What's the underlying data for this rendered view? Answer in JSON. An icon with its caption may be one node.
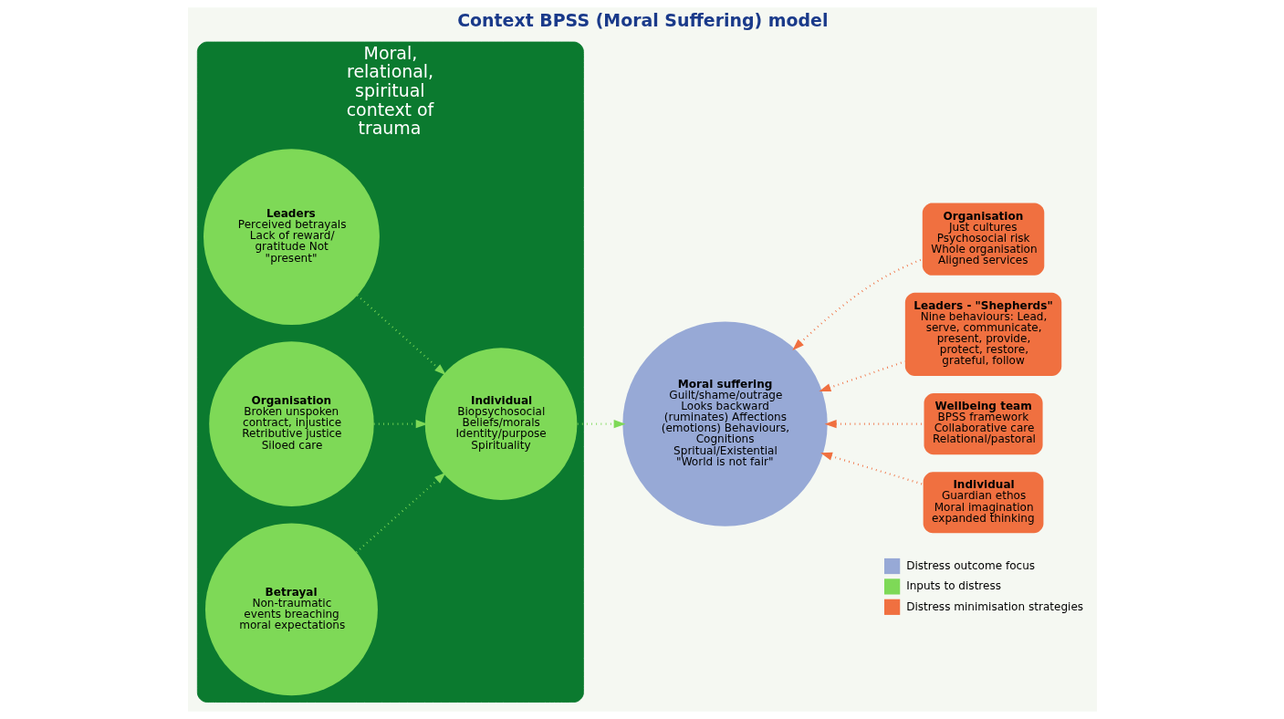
{
  "diagram": {
    "title": "Context BPSS (Moral Suffering) model",
    "nodes": [
      {
        "text": [
          "Moral, relational, spiritual context of trauma"
        ]
      },
      {
        "text": [
          "Individual",
          "Biopsychosocial Beliefs/morals Identity/purpose Spirituality"
        ],
        "in": 0
      },
      {
        "text": [
          "Leaders",
          "Perceived betrayals Lack of reward/ gratitude Not \"present\""
        ],
        "in": 0
      },
      {
        "text": [
          "Organisation",
          "Broken unspoken contract, injustice Retributive justice Siloed care"
        ],
        "in": 0
      },
      {
        "text": [
          "Betrayal",
          "Non-traumatic events breaching moral expectations"
        ],
        "in": 0
      },
      {
        "text": [
          "Moral suffering",
          "Guilt/shame/outrage Looks backward (ruminates) Affections (emotions) Behaviours, Cognitions Spritual/Existential \"World is not fair\""
        ]
      },
      {
        "text": [
          "Organisation",
          "Just cultures Psychosocial risk Whole organisation Aligned services"
        ]
      },
      {
        "text": [
          "Leaders - \"Shepherds\"",
          "Nine behaviours: Lead, serve, communicate, present, provide, protect, restore, grateful, follow"
        ]
      },
      {
        "text": [
          "Wellbeing team",
          "BPSS framework Collaborative care Relational/pastoral"
        ]
      },
      {
        "text": [
          "Individual",
          "Guardian ethos Moral imagination expanded thinking"
        ]
      }
    ],
    "edges": [
      {
        "from": 2,
        "to": 1,
        "arrow": "to",
        "color": "#7ed957"
      },
      {
        "from": 4,
        "to": 1,
        "arrow": "to",
        "color": "#7ed957"
      },
      {
        "from": 3,
        "to": 1,
        "arrow": "to",
        "color": "#7ed957"
      },
      {
        "from": 1,
        "to": 5,
        "arrow": "to",
        "color": "#7ed957"
      },
      {
        "from": 6,
        "to": 5,
        "arrow": "to",
        "color": "#f07040"
      },
      {
        "from": 7,
        "to": 5,
        "arrow": "to",
        "color": "#f07040"
      },
      {
        "from": 8,
        "to": 5,
        "arrow": "to",
        "color": "#f07040"
      },
      {
        "from": 9,
        "to": 5,
        "arrow": "to",
        "color": "#f07040"
      }
    ],
    "legend": [
      {
        "text": "Distress outcome focus",
        "color": "#97a9d6"
      },
      {
        "text": "Inputs to distress",
        "color": "#7ed957"
      },
      {
        "text": "Distress minimisation strategies",
        "color": "#f07040"
      }
    ]
  }
}
